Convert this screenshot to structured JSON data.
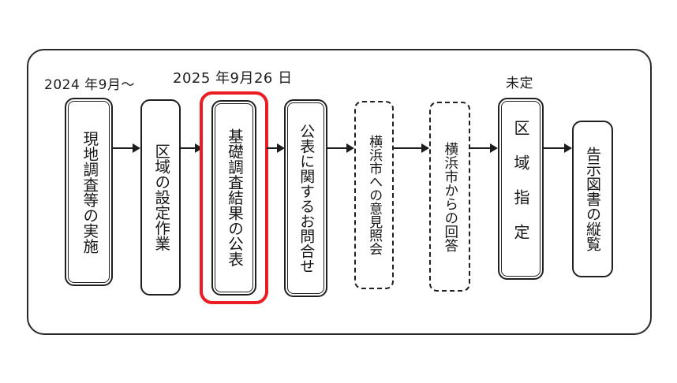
{
  "diagram": {
    "type": "flowchart",
    "direction": "left-to-right",
    "annotations": [
      {
        "text": "2024 年9月～",
        "above_step": "現地調査等の実施"
      },
      {
        "text": "2025 年9月26 日",
        "above_step": "基礎調査結果の公表"
      },
      {
        "text": "未定",
        "above_step": "区域指定"
      }
    ],
    "steps": [
      {
        "label": "現地調査等の実施",
        "border": "double-solid",
        "highlighted": false
      },
      {
        "label": "区域の設定作業",
        "border": "single-solid",
        "highlighted": false
      },
      {
        "label": "基礎調査結果の公表",
        "border": "double-solid",
        "highlighted": true
      },
      {
        "label": "公表に関するお問合せ",
        "border": "double-solid",
        "highlighted": false
      },
      {
        "label": "横浜市への意見照会",
        "border": "dashed",
        "highlighted": false
      },
      {
        "label": "横浜市からの回答",
        "border": "dashed",
        "highlighted": false
      },
      {
        "label": "区域指定",
        "border": "double-solid",
        "highlighted": false
      },
      {
        "label": "告示図書の縦覧",
        "border": "single-solid",
        "highlighted": false
      }
    ],
    "colors": {
      "line": "#1f1f1f",
      "text": "#161616",
      "highlight": "#eb1c23",
      "background": "#ffffff"
    }
  }
}
